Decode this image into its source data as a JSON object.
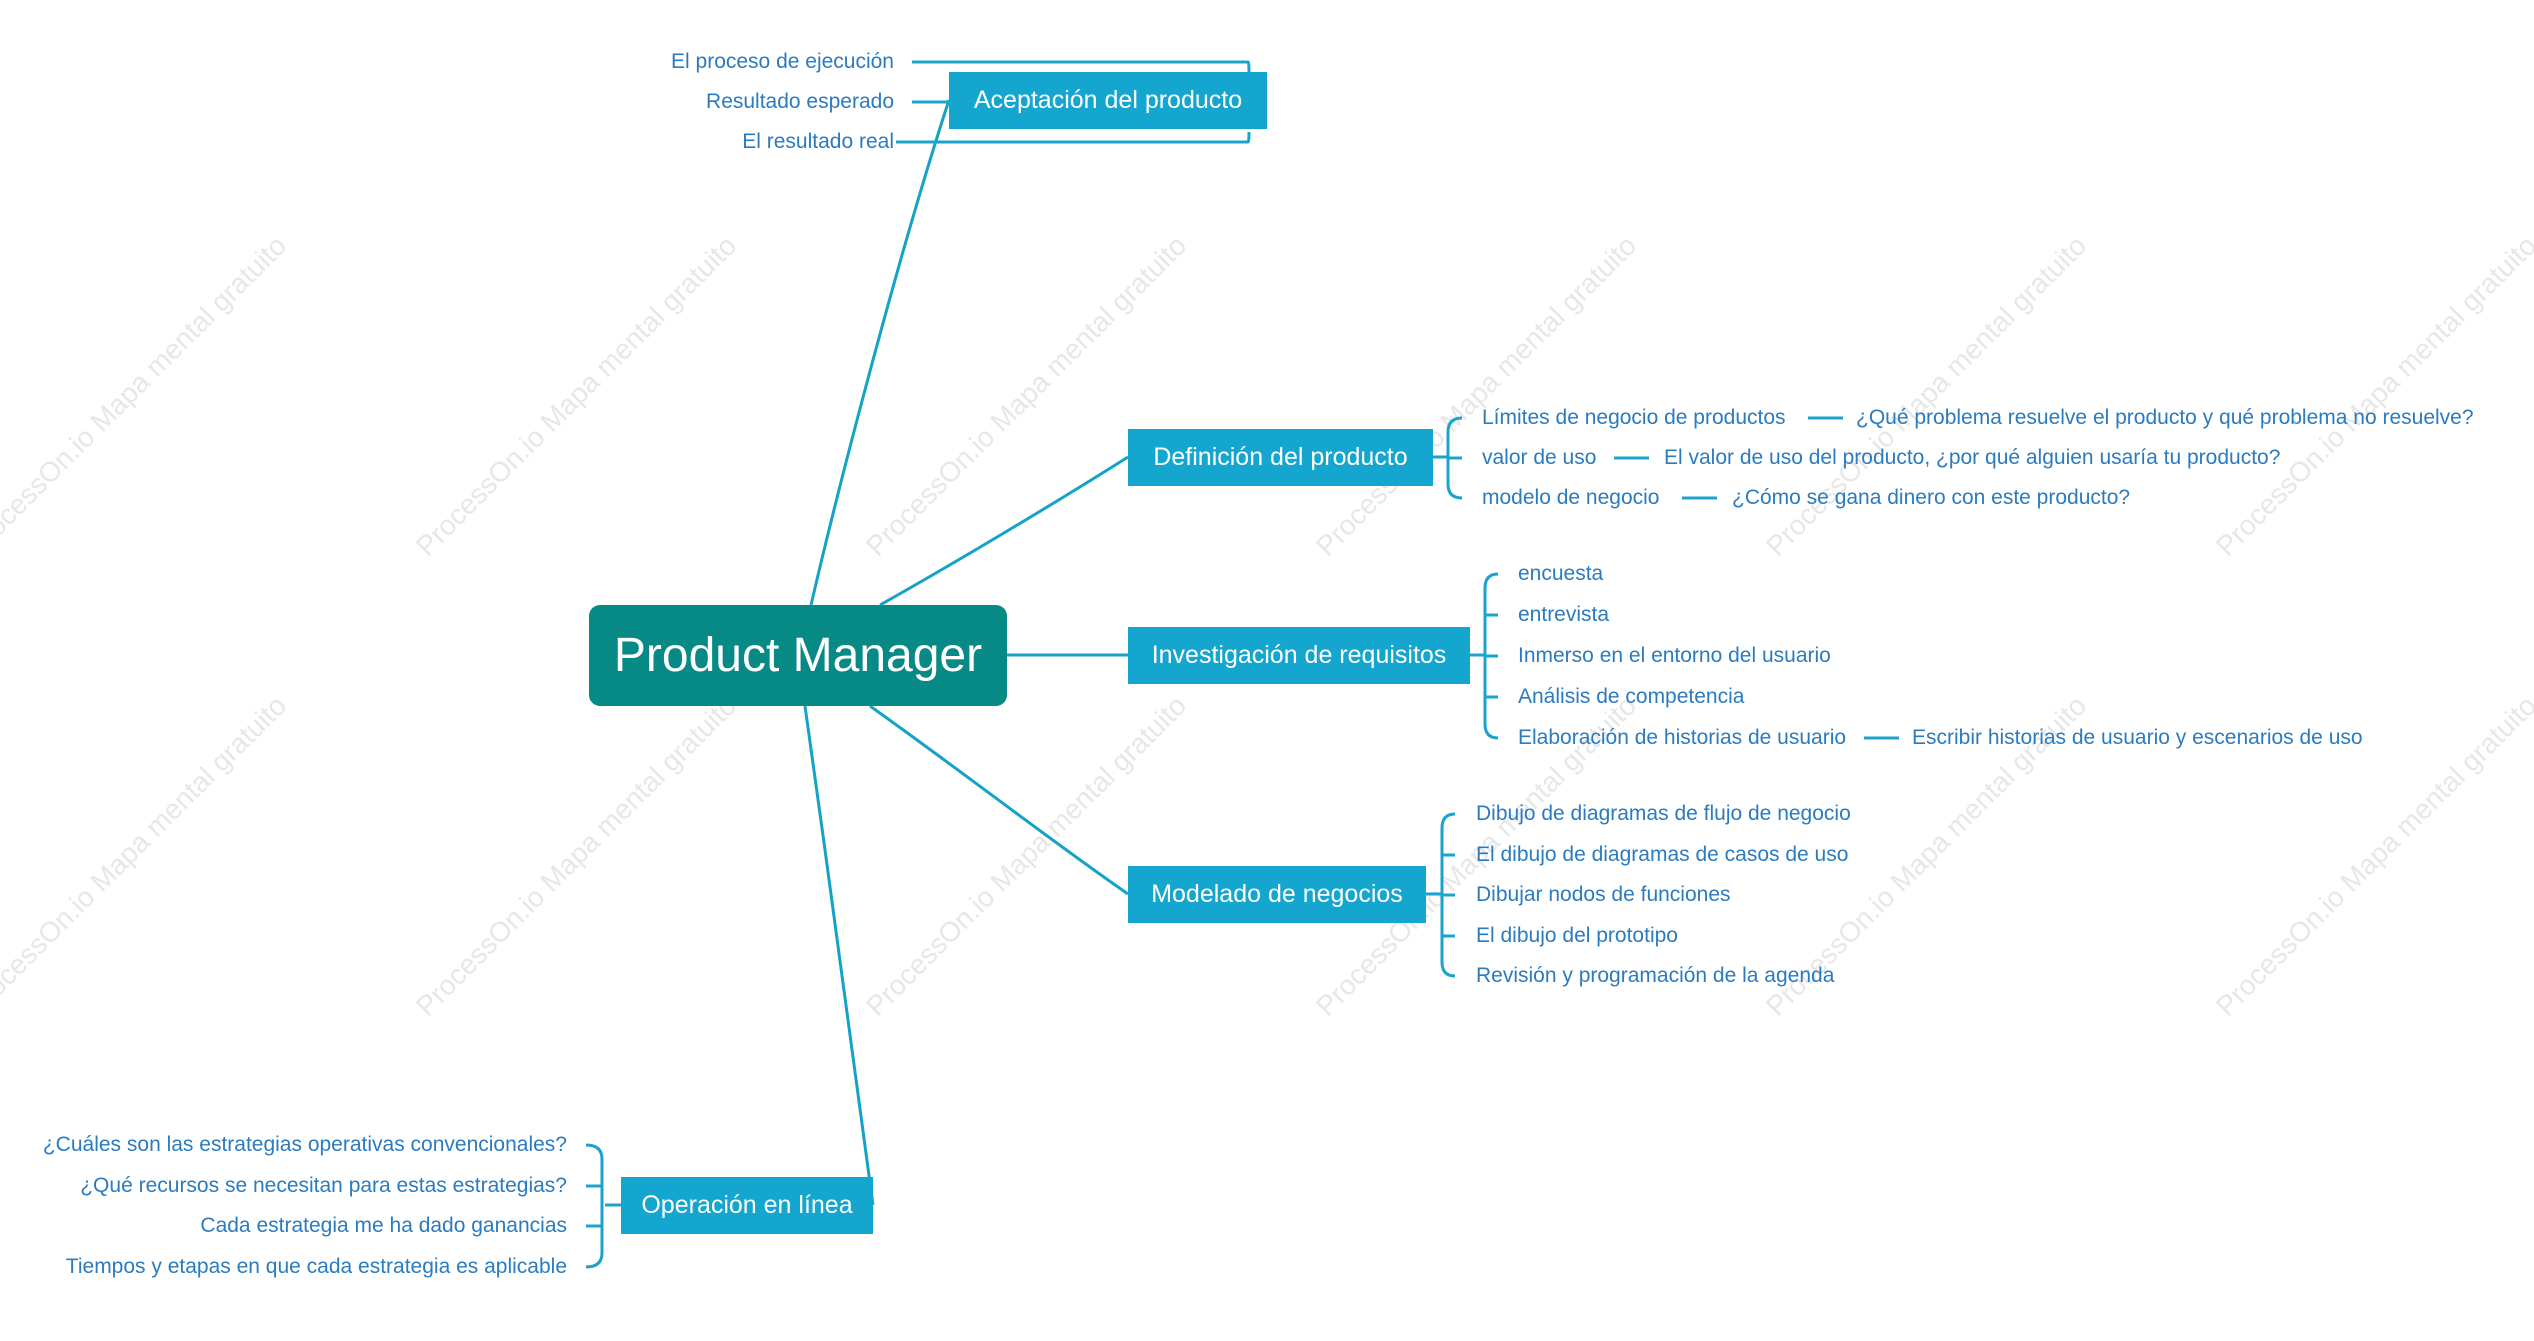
{
  "root": {
    "label": "Product Manager"
  },
  "topics": [
    {
      "label": "Aceptación del producto",
      "children": [
        "El proceso de ejecución",
        "Resultado esperado",
        "El resultado real"
      ]
    },
    {
      "label": "Definición del producto",
      "children": [
        {
          "label": "Límites de negocio de productos",
          "detail": "¿Qué problema resuelve el producto y qué problema no resuelve?"
        },
        {
          "label": "valor de uso",
          "detail": "El valor de uso del producto, ¿por qué alguien usaría tu producto?"
        },
        {
          "label": "modelo de negocio",
          "detail": "¿Cómo se gana dinero con este producto?"
        }
      ]
    },
    {
      "label": "Investigación de requisitos",
      "children": [
        {
          "label": "encuesta"
        },
        {
          "label": "entrevista"
        },
        {
          "label": "Inmerso en el entorno del usuario"
        },
        {
          "label": "Análisis de competencia"
        },
        {
          "label": "Elaboración de historias de usuario",
          "detail": "Escribir historias de usuario y escenarios de uso"
        }
      ]
    },
    {
      "label": "Modelado de negocios",
      "children": [
        "Dibujo de diagramas de flujo de negocio",
        "El dibujo de diagramas de casos de uso",
        "Dibujar nodos de funciones",
        "El dibujo del prototipo",
        "Revisión y programación de la agenda"
      ]
    },
    {
      "label": "Operación en línea",
      "children": [
        "¿Cuáles son las estrategias operativas convencionales?",
        "¿Qué recursos se necesitan para estas estrategias?",
        "Cada estrategia me ha dado ganancias",
        "Tiempos y etapas en que cada estrategia es aplicable"
      ]
    }
  ],
  "watermark": {
    "text": "ProcessOn.io Mapa mental gratuito"
  },
  "colors": {
    "root": "#078a86",
    "topic": "#14a6cf",
    "leaf_text": "#2b7bbf",
    "connector": "#1aa3cc"
  }
}
